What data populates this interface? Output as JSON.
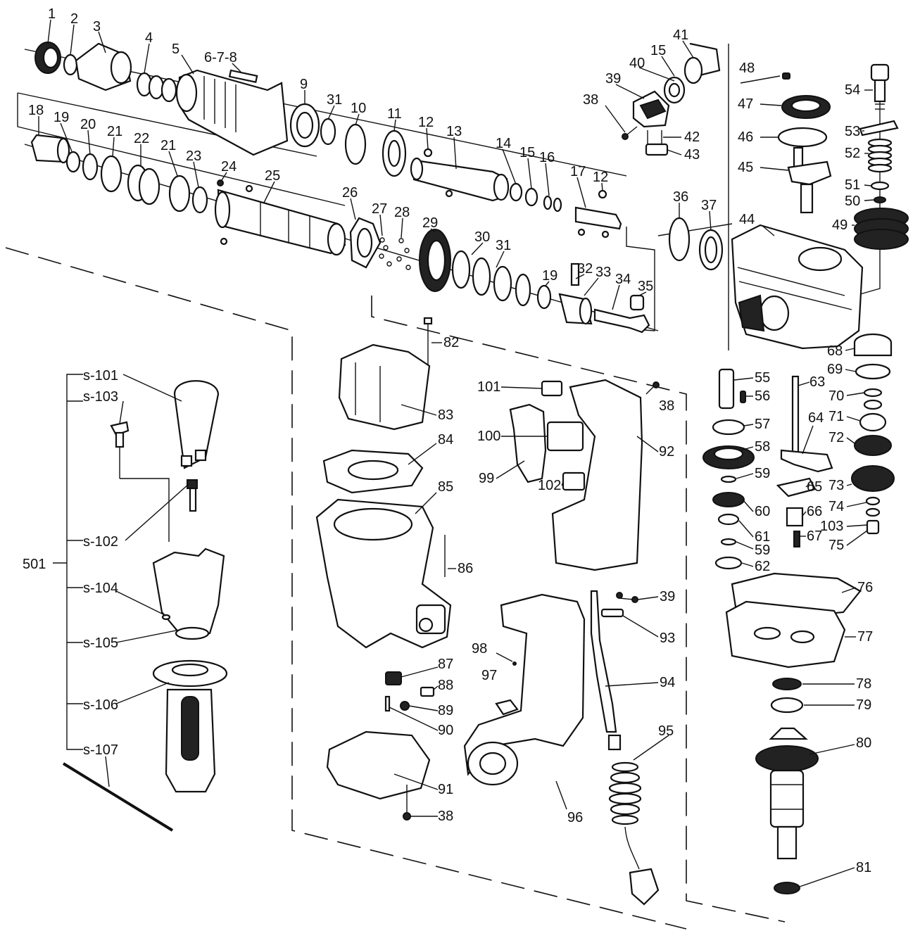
{
  "labels": {
    "l1": "1",
    "l2": "2",
    "l3": "3",
    "l4": "4",
    "l5": "5",
    "l678": "6-7-8",
    "l9": "9",
    "l31a": "31",
    "l10": "10",
    "l11": "11",
    "l12a": "12",
    "l13": "13",
    "l14": "14",
    "l15a": "15",
    "l16": "16",
    "l17": "17",
    "l12b": "12",
    "l18": "18",
    "l19a": "19",
    "l20": "20",
    "l21a": "21",
    "l22": "22",
    "l21b": "21",
    "l23": "23",
    "l24": "24",
    "l25": "25",
    "l26": "26",
    "l27": "27",
    "l28": "28",
    "l29": "29",
    "l30": "30",
    "l31b": "31",
    "l19b": "19",
    "l32": "32",
    "l33": "33",
    "l34": "34",
    "l35": "35",
    "l36": "36",
    "l37": "37",
    "l41": "41",
    "l15b": "15",
    "l40": "40",
    "l39a": "39",
    "l38a": "38",
    "l42": "42",
    "l43": "43",
    "l48": "48",
    "l47": "47",
    "l46": "46",
    "l45": "45",
    "l44": "44",
    "l54": "54",
    "l53": "53",
    "l52": "52",
    "l51": "51",
    "l50": "50",
    "l49": "49",
    "l68": "68",
    "l69": "69",
    "l70": "70",
    "l71": "71",
    "l72": "72",
    "l73": "73",
    "l74": "74",
    "l103": "103",
    "l75": "75",
    "l76": "76",
    "l77": "77",
    "l78": "78",
    "l79": "79",
    "l80": "80",
    "l81": "81",
    "l55": "55",
    "l56": "56",
    "l57": "57",
    "l58": "58",
    "l59a": "59",
    "l60": "60",
    "l61": "61",
    "l59b": "59",
    "l62": "62",
    "l63": "63",
    "l64": "64",
    "l65": "65",
    "l66": "66",
    "l67": "67",
    "l82": "82",
    "l83": "83",
    "l84": "84",
    "l85": "85",
    "l86": "86",
    "l87": "87",
    "l88": "88",
    "l89": "89",
    "l90": "90",
    "l91": "91",
    "l38c": "38",
    "l101": "101",
    "l38b": "38",
    "l100": "100",
    "l92": "92",
    "l99": "99",
    "l102": "102",
    "l39b": "39",
    "l93": "93",
    "l98": "98",
    "l97": "97",
    "l94": "94",
    "l95": "95",
    "l96": "96",
    "l501": "501",
    "ls101": "s-101",
    "ls103": "s-103",
    "ls102": "s-102",
    "ls104": "s-104",
    "ls105": "s-105",
    "ls106": "s-106",
    "ls107": "s-107"
  }
}
